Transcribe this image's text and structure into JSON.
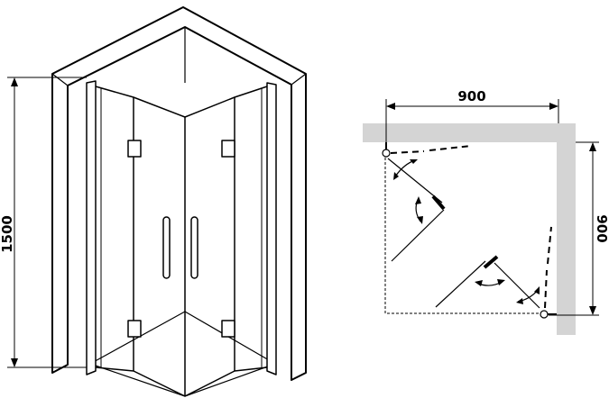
{
  "dimensions": {
    "height": "1500",
    "plan_width": "900",
    "plan_depth": "900"
  },
  "colors": {
    "line": "#000000",
    "wall": "#d4d4d4",
    "background": "#ffffff"
  }
}
